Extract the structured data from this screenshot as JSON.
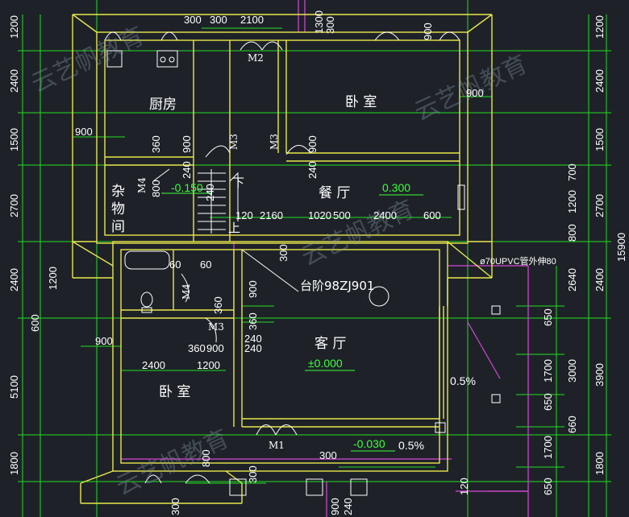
{
  "rooms": {
    "kitchen": "厨房",
    "bedroom_top": "卧  室",
    "dining": "餐  厅",
    "storage_1": "杂",
    "storage_2": "物",
    "storage_3": "间",
    "living": "客  厅",
    "bedroom_bottom": "卧  室"
  },
  "stair": {
    "down": "下",
    "up": "上"
  },
  "levels": {
    "storage": "-0.150",
    "dining": "0.300",
    "living": "±0.000",
    "outside": "-0.030",
    "slope_1": "0.5%",
    "slope_2": "0.5%"
  },
  "doors": {
    "m1": "M1",
    "m2": "M2",
    "m3a": "M3",
    "m3b": "M3",
    "m3c": "M3",
    "m4a": "M4",
    "m4b": "M4"
  },
  "annotations": {
    "steps": "台阶98ZJ901",
    "drain": "ø70UPVC管外伸80"
  },
  "dims_left": [
    "1200",
    "2400",
    "1500",
    "2700",
    "2400",
    "600",
    "5100",
    "1800"
  ],
  "dims_right": [
    "1200",
    "2400",
    "1500",
    "2700",
    "2400",
    "3900",
    "1800"
  ],
  "dims_right_inner": [
    "700",
    "1200",
    "800",
    "2640",
    "650",
    "1700",
    "3000",
    "650",
    "660",
    "1700",
    "650"
  ],
  "dims_total": "15900",
  "dims_top": [
    "300",
    "300",
    "2100",
    "1300",
    "300"
  ],
  "dims_misc": {
    "d900_top": "900",
    "d900_right": "900",
    "d900_left": "900",
    "d360_a": "360",
    "d900_a": "900",
    "d240_a": "240",
    "d900_b": "900",
    "d240_b": "240",
    "d800": "800",
    "d240_c": "240",
    "d120": "120",
    "d2160": "2160",
    "d1020": "1020",
    "d500": "500",
    "d2400_mid": "2400",
    "d600_mid": "600",
    "d300_mid": "300",
    "d1200_l": "1200",
    "d60_a": "60",
    "d60_b": "60",
    "d900_c": "900",
    "d360_b": "360",
    "d360_c": "360",
    "d240_d": "240",
    "d900_l2": "900",
    "d360_d": "360",
    "d900_d": "900",
    "d240_e": "240",
    "d2400_b": "2400",
    "d1200_b": "1200",
    "d800_b": "800",
    "d300_b": "300",
    "d300_c": "300",
    "d900_e": "900",
    "d240_f": "240",
    "d120_b": "120",
    "d300_d": "300"
  },
  "colors": {
    "background": "#1e2228",
    "wall": "#e8e84a",
    "grid": "#22dd22",
    "axis": "#d846d8",
    "text": "#ffffff"
  }
}
